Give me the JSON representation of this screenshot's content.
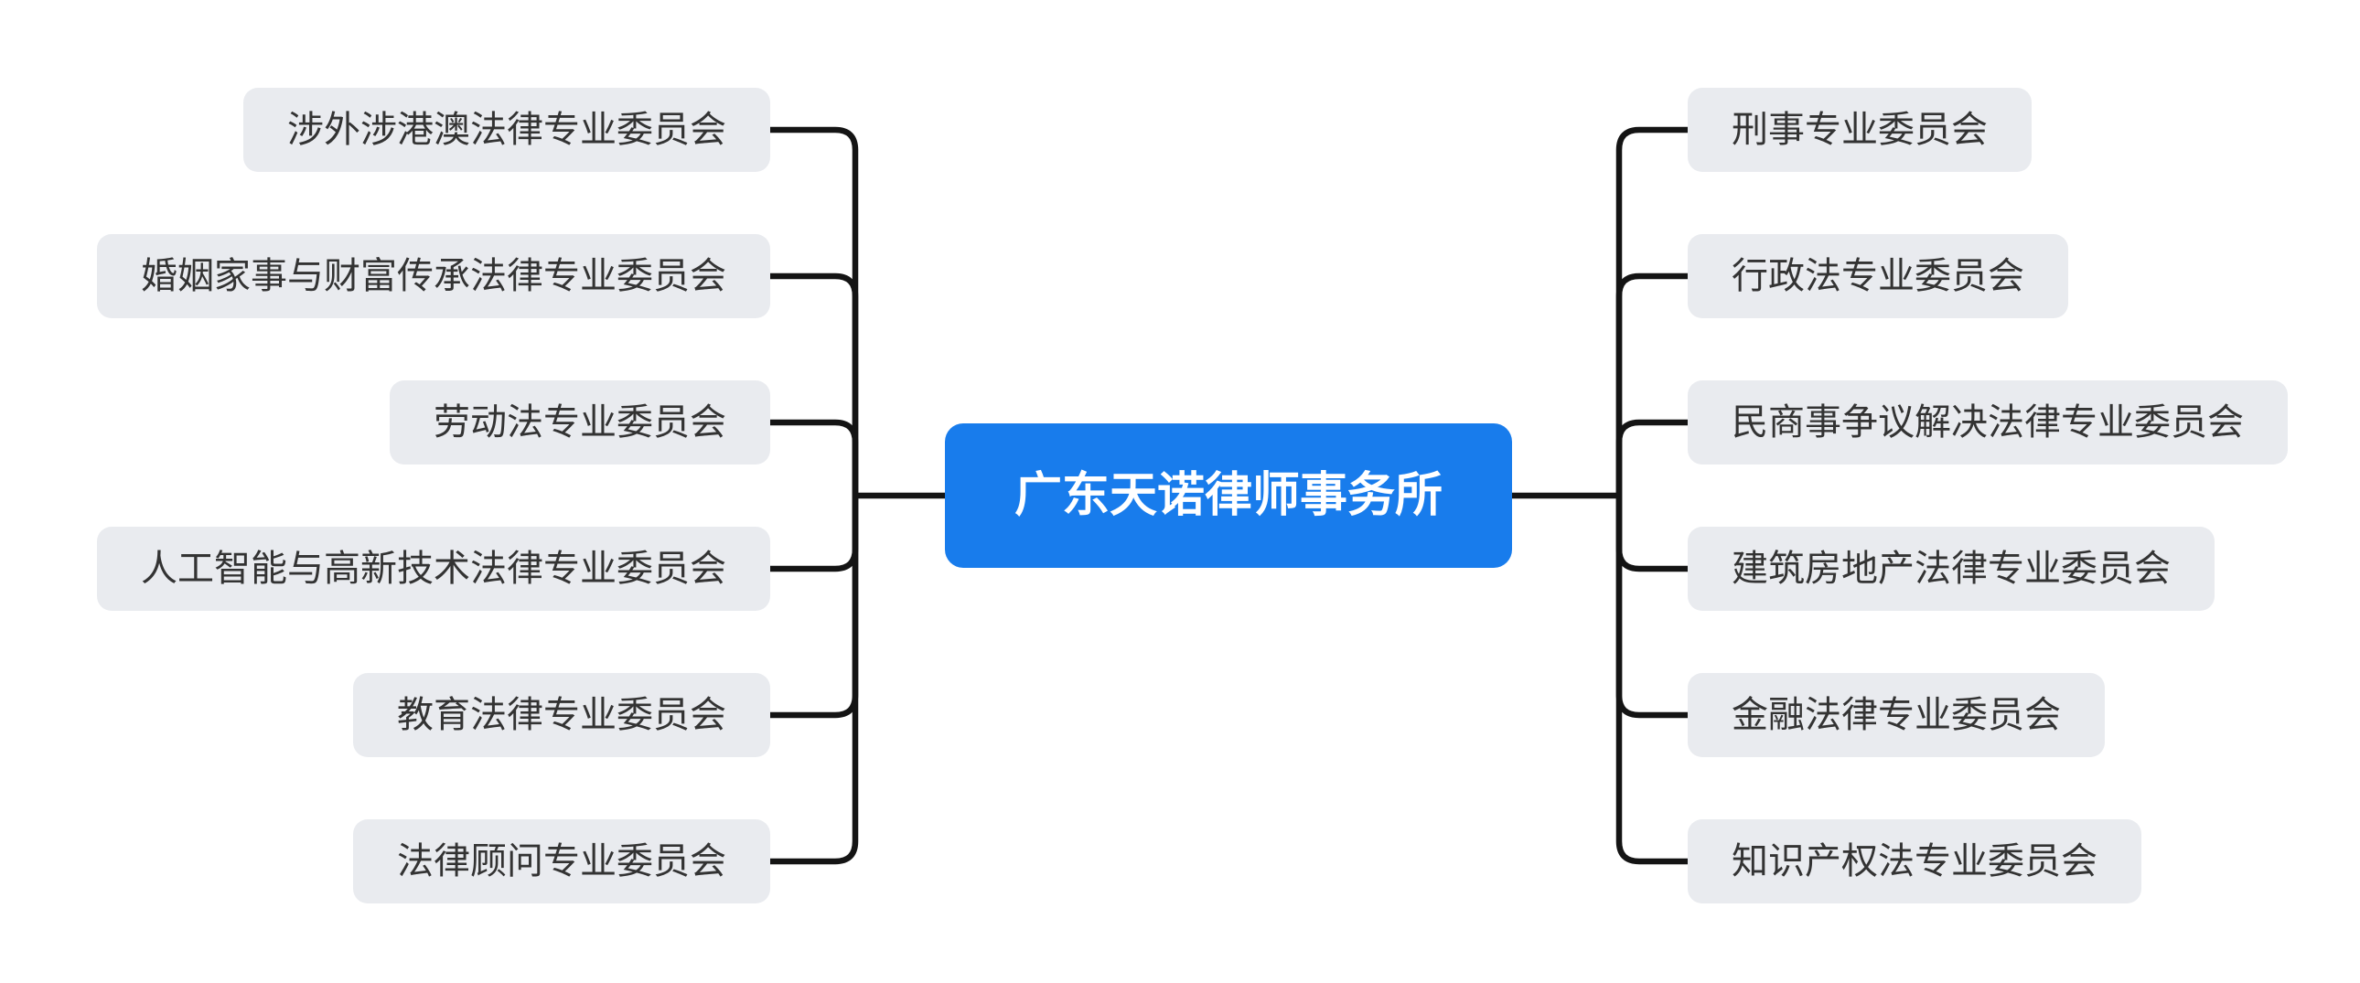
{
  "colors": {
    "root-bg": "#187CEC",
    "root-text": "#FFFFFF",
    "branch-bg": "#E9EBEF",
    "branch-text": "#333333",
    "line-color": "#141414"
  },
  "mindmap": {
    "root": {
      "label": "广东天诺律师事务所"
    },
    "left_branches": [
      {
        "label": "涉外涉港澳法律专业委员会"
      },
      {
        "label": "婚姻家事与财富传承法律专业委员会"
      },
      {
        "label": "劳动法专业委员会"
      },
      {
        "label": "人工智能与高新技术法律专业委员会"
      },
      {
        "label": "教育法律专业委员会"
      },
      {
        "label": "法律顾问专业委员会"
      }
    ],
    "right_branches": [
      {
        "label": "刑事专业委员会"
      },
      {
        "label": "行政法专业委员会"
      },
      {
        "label": "民商事争议解决法律专业委员会"
      },
      {
        "label": "建筑房地产法律专业委员会"
      },
      {
        "label": "金融法律专业委员会"
      },
      {
        "label": "知识产权法专业委员会"
      }
    ]
  }
}
